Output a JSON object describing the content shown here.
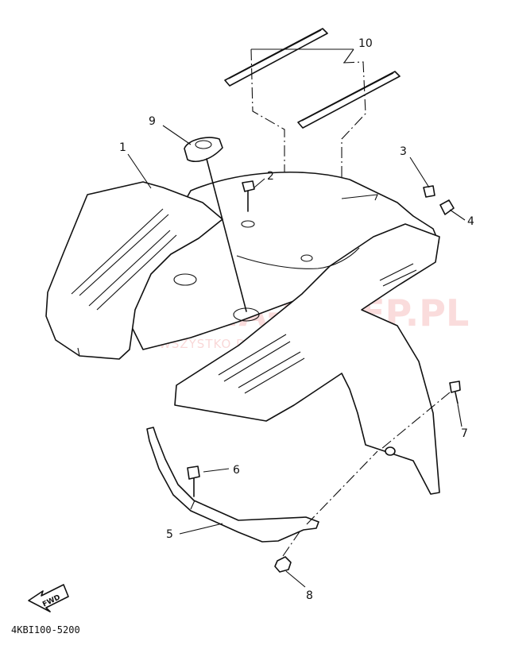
{
  "callouts": [
    "1",
    "2",
    "3",
    "4",
    "5",
    "6",
    "7",
    "8",
    "9",
    "10"
  ],
  "fwd_label": "FWD",
  "diagram_code": "4KBI100-5200",
  "watermark": {
    "title": "YAMA-SKLEP.PL",
    "subtitle": "WSZYSTKO DLA YAMAHA",
    "color": "#e23b3b"
  }
}
